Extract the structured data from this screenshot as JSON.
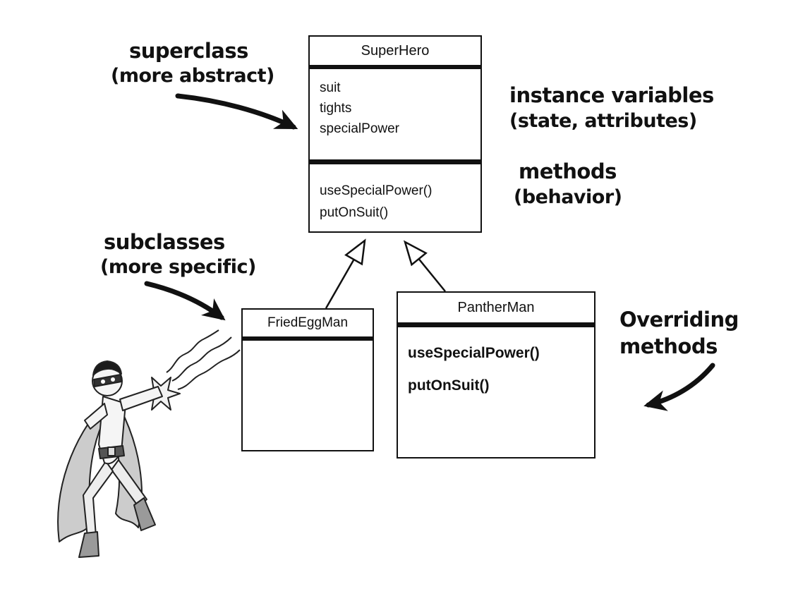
{
  "classes": {
    "superhero": {
      "title": "SuperHero",
      "fields": [
        "suit",
        "tights",
        "specialPower"
      ],
      "methods": [
        "useSpecialPower()",
        "putOnSuit()"
      ]
    },
    "friedeggman": {
      "title": "FriedEggMan",
      "fields": [],
      "methods": []
    },
    "pantherman": {
      "title": "PantherMan",
      "methods": [
        "useSpecialPower()",
        "putOnSuit()"
      ]
    }
  },
  "annotations": {
    "superclass": {
      "line1": "superclass",
      "line2": "(more abstract)"
    },
    "instance_variables": {
      "line1": "instance variables",
      "line2": "(state, attributes)"
    },
    "methods": {
      "line1": "methods",
      "line2": "(behavior)"
    },
    "subclasses": {
      "line1": "subclasses",
      "line2": "(more specific)"
    },
    "overriding": {
      "line1": "Overriding",
      "line2": "methods"
    }
  },
  "icons": {
    "inheritance_arrow": "hollow-triangle-up",
    "annotation_arrow": "solid-curved-arrow",
    "illustration": "superhero-cartoon"
  },
  "colors": {
    "ink": "#111111",
    "background": "#ffffff",
    "cape": "#cccccc"
  }
}
